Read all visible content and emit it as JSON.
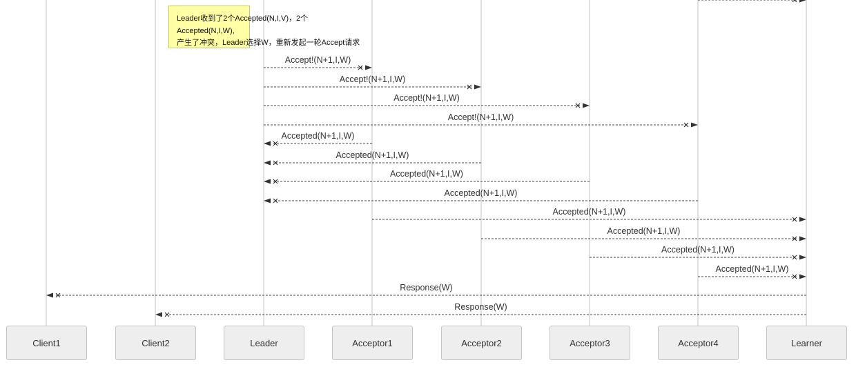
{
  "participants": [
    "Client1",
    "Client2",
    "Leader",
    "Acceptor1",
    "Acceptor2",
    "Acceptor3",
    "Acceptor4",
    "Learner"
  ],
  "note": {
    "lines": [
      "Leader收到了2个Accepted(N,I,V)，2个",
      "Accepted(N,I,W),",
      "产生了冲突，Leader选择W，重新发起一轮Accept请求"
    ]
  },
  "messages": [
    {
      "from": 6,
      "to": 7,
      "label": ""
    },
    {
      "from": 2,
      "to": 3,
      "label": "Accept!(N+1,I,W)"
    },
    {
      "from": 2,
      "to": 4,
      "label": "Accept!(N+1,I,W)"
    },
    {
      "from": 2,
      "to": 5,
      "label": "Accept!(N+1,I,W)"
    },
    {
      "from": 2,
      "to": 6,
      "label": "Accept!(N+1,I,W)"
    },
    {
      "from": 3,
      "to": 2,
      "label": "Accepted(N+1,I,W)"
    },
    {
      "from": 4,
      "to": 2,
      "label": "Accepted(N+1,I,W)"
    },
    {
      "from": 5,
      "to": 2,
      "label": "Accepted(N+1,I,W)"
    },
    {
      "from": 6,
      "to": 2,
      "label": "Accepted(N+1,I,W)"
    },
    {
      "from": 3,
      "to": 7,
      "label": "Accepted(N+1,I,W)"
    },
    {
      "from": 4,
      "to": 7,
      "label": "Accepted(N+1,I,W)"
    },
    {
      "from": 5,
      "to": 7,
      "label": "Accepted(N+1,I,W)"
    },
    {
      "from": 6,
      "to": 7,
      "label": "Accepted(N+1,I,W)"
    },
    {
      "from": 7,
      "to": 0,
      "label": "Response(W)"
    },
    {
      "from": 7,
      "to": 1,
      "label": "Response(W)"
    }
  ]
}
